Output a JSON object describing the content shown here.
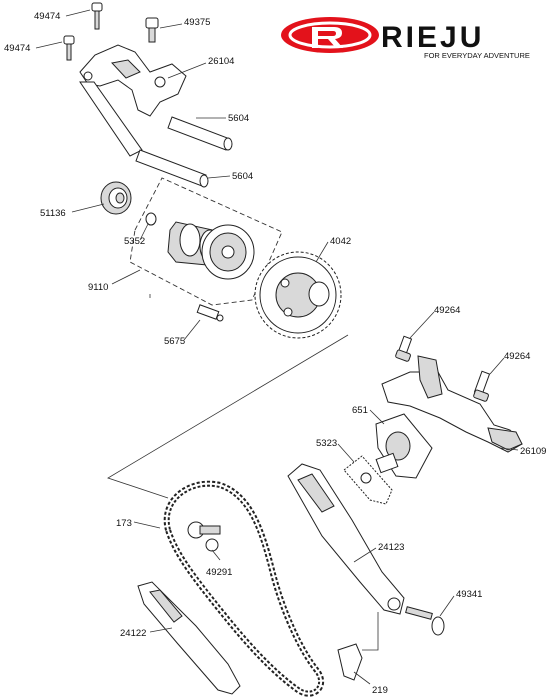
{
  "brand": {
    "name": "RIEJU",
    "tagline": "FOR EVERYDAY ADVENTURE",
    "logo_color": "#e3121b"
  },
  "parts": [
    {
      "id": "p49474a",
      "label": "49474"
    },
    {
      "id": "p49474b",
      "label": "49474"
    },
    {
      "id": "p49375",
      "label": "49375"
    },
    {
      "id": "p26104",
      "label": "26104"
    },
    {
      "id": "p5604a",
      "label": "5604"
    },
    {
      "id": "p5604b",
      "label": "5604"
    },
    {
      "id": "p51136",
      "label": "51136"
    },
    {
      "id": "p5352",
      "label": "5352"
    },
    {
      "id": "p9110",
      "label": "9110"
    },
    {
      "id": "p4042",
      "label": "4042"
    },
    {
      "id": "p5675",
      "label": "5675"
    },
    {
      "id": "p49264a",
      "label": "49264"
    },
    {
      "id": "p49264b",
      "label": "49264"
    },
    {
      "id": "p651",
      "label": "651"
    },
    {
      "id": "p5323",
      "label": "5323"
    },
    {
      "id": "p26109",
      "label": "26109"
    },
    {
      "id": "p173",
      "label": "173"
    },
    {
      "id": "p24123",
      "label": "24123"
    },
    {
      "id": "p49291",
      "label": "49291"
    },
    {
      "id": "p49341",
      "label": "49341"
    },
    {
      "id": "p24122",
      "label": "24122"
    },
    {
      "id": "p219",
      "label": "219"
    }
  ]
}
